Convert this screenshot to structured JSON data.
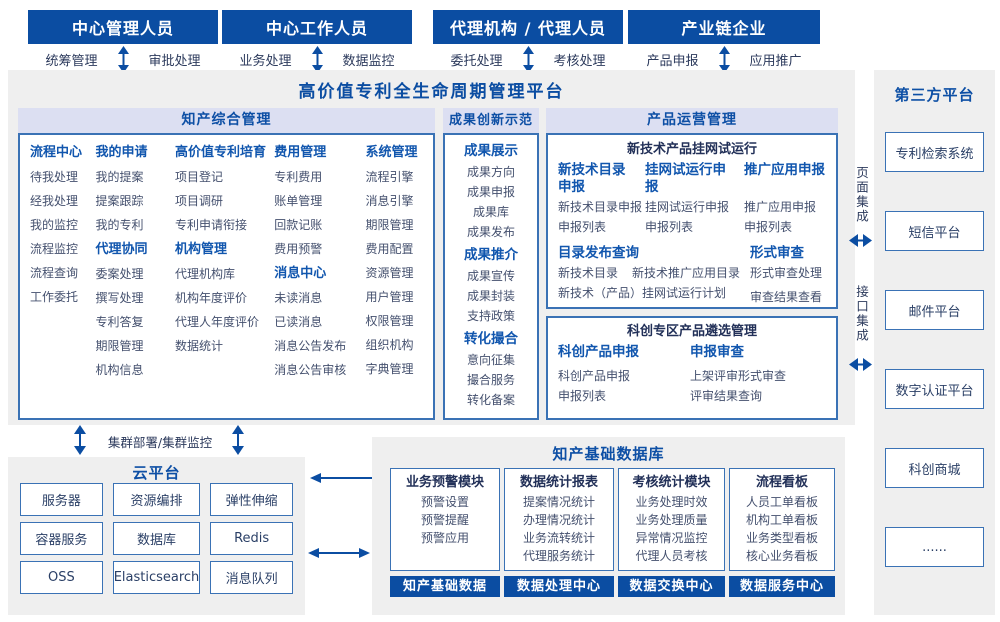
{
  "colors": {
    "primary_blue": "#0B4DA2",
    "heading_blue": "#1156AE",
    "item_text": "#44506E",
    "panel_bg": "#EFEFEF",
    "strip_bg": "#DCDFF2",
    "border_blue": "#3A72B5"
  },
  "top_groups": [
    {
      "title": "中心管理人员",
      "left_label": "统筹管理",
      "right_label": "审批处理"
    },
    {
      "title": "中心工作人员",
      "left_label": "业务处理",
      "right_label": "数据监控"
    },
    {
      "title": "代理机构 / 代理人员",
      "left_label": "委托处理",
      "right_label": "考核处理"
    },
    {
      "title": "产业链企业",
      "left_label": "产品申报",
      "right_label": "应用推广"
    }
  ],
  "platform": {
    "title": "高价值专利全生命周期管理平台"
  },
  "ip_mgmt": {
    "title": "知产综合管理",
    "groups": {
      "process_center": {
        "heading": "流程中心",
        "items": [
          "待我处理",
          "经我处理",
          "我的监控",
          "流程监控",
          "流程查询",
          "工作委托"
        ]
      },
      "my_apply": {
        "heading": "我的申请",
        "items": [
          "我的提案",
          "提案跟踪",
          "我的专利"
        ]
      },
      "agency_collab": {
        "heading": "代理协同",
        "items": [
          "委案处理",
          "撰写处理",
          "专利答复",
          "期限管理",
          "机构信息"
        ]
      },
      "cultivation": {
        "heading": "高价值专利培育",
        "items": [
          "项目登记",
          "项目调研",
          "专利申请衔接"
        ]
      },
      "org_mgmt": {
        "heading": "机构管理",
        "items": [
          "代理机构库",
          "机构年度评价",
          "代理人年度评价",
          "数据统计"
        ]
      },
      "fee_mgmt": {
        "heading": "费用管理",
        "items": [
          "专利费用",
          "账单管理",
          "回款记账",
          "费用预警"
        ]
      },
      "msg_center": {
        "heading": "消息中心",
        "items": [
          "未读消息",
          "已读消息",
          "消息公告发布",
          "消息公告审核"
        ]
      },
      "sys_mgmt": {
        "heading": "系统管理",
        "items": [
          "流程引擎",
          "消息引擎",
          "期限管理",
          "费用配置",
          "资源管理",
          "用户管理",
          "权限管理",
          "组织机构",
          "字典管理"
        ]
      }
    }
  },
  "achievement": {
    "title": "成果创新示范",
    "groups": {
      "display": {
        "heading": "成果展示",
        "items": [
          "成果方向",
          "成果申报",
          "成果库",
          "成果发布"
        ]
      },
      "promotion": {
        "heading": "成果推介",
        "items": [
          "成果宣传",
          "成果封装",
          "支持政策"
        ]
      },
      "matchmaking": {
        "heading": "转化撮合",
        "items": [
          "意向征集",
          "撮合服务",
          "转化备案"
        ]
      }
    }
  },
  "product_ops": {
    "title": "产品运营管理",
    "trial_box": {
      "title": "新技术产品挂网试运行",
      "cols": {
        "tech_catalog": {
          "heading": "新技术目录申报",
          "items": [
            "新技术目录申报",
            "申报列表"
          ]
        },
        "trial_apply": {
          "heading": "挂网试运行申报",
          "items": [
            "挂网试运行申报",
            "申报列表"
          ]
        },
        "promo_apply": {
          "heading": "推广应用申报",
          "items": [
            "推广应用申报",
            "申报列表"
          ]
        }
      },
      "catalog_query": {
        "heading": "目录发布查询",
        "items": [
          "新技术目录",
          "新技术推广应用目录",
          "新技术（产品）挂网试运行计划"
        ]
      },
      "formal_review": {
        "heading": "形式审查",
        "items": [
          "形式审查处理",
          "审查结果查看"
        ]
      }
    },
    "sci_box": {
      "title": "科创专区产品遴选管理",
      "cols": {
        "sci_apply": {
          "heading": "科创产品申报",
          "items": [
            "科创产品申报",
            "申报列表"
          ]
        },
        "apply_review": {
          "heading": "申报审查",
          "items": [
            "上架评审形式审查",
            "评审结果查询"
          ]
        }
      }
    }
  },
  "connectors": {
    "cluster_label": "集群部署/集群监控",
    "page_integration": "页面集成",
    "api_integration": "接口集成"
  },
  "cloud": {
    "title": "云平台",
    "items": [
      "服务器",
      "资源编排",
      "弹性伸缩",
      "容器服务",
      "数据库",
      "Redis",
      "OSS",
      "Elasticsearch",
      "消息队列"
    ]
  },
  "ip_database": {
    "title": "知产基础数据库",
    "modules": [
      {
        "heading": "业务预警模块",
        "items": [
          "预警设置",
          "预警提醒",
          "预警应用"
        ],
        "bar": "知产基础数据"
      },
      {
        "heading": "数据统计报表",
        "items": [
          "提案情况统计",
          "办理情况统计",
          "业务流转统计",
          "代理服务统计"
        ],
        "bar": "数据处理中心"
      },
      {
        "heading": "考核统计模块",
        "items": [
          "业务处理时效",
          "业务处理质量",
          "异常情况监控",
          "代理人员考核"
        ],
        "bar": "数据交换中心"
      },
      {
        "heading": "流程看板",
        "items": [
          "人员工单看板",
          "机构工单看板",
          "业务类型看板",
          "核心业务看板"
        ],
        "bar": "数据服务中心"
      }
    ]
  },
  "third_party": {
    "title": "第三方平台",
    "items": [
      "专利检索系统",
      "短信平台",
      "邮件平台",
      "数字认证平台",
      "科创商城",
      "......"
    ]
  }
}
